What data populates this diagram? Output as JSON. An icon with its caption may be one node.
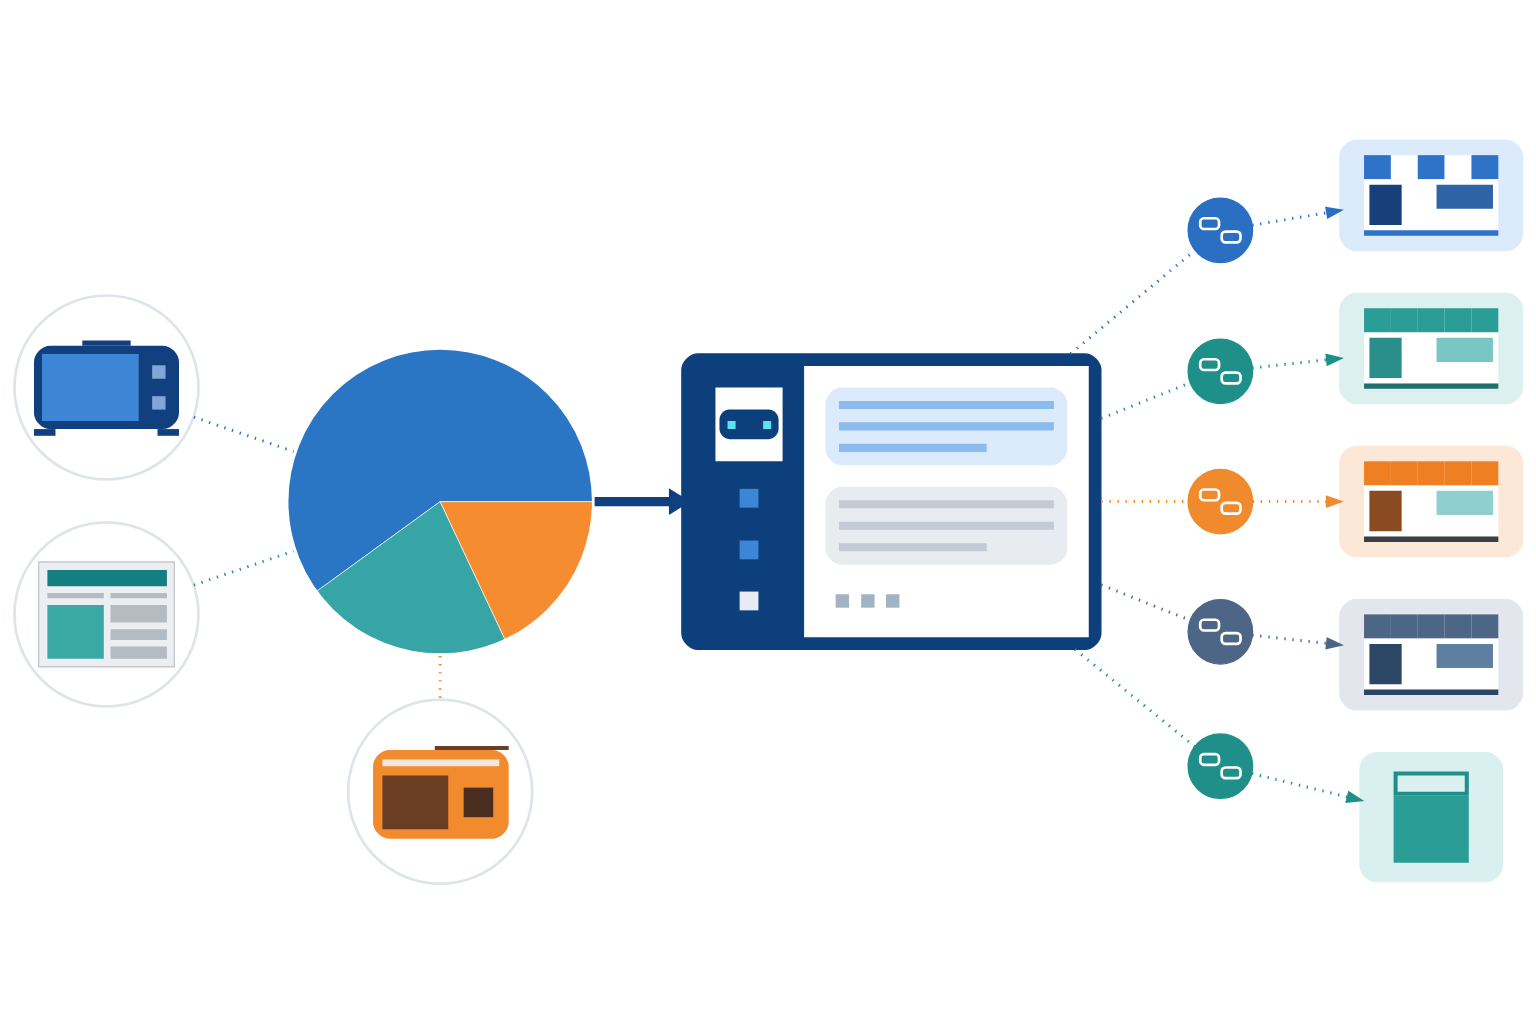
{
  "diagram": {
    "nodes": [
      {
        "text": [],
        "shape": "picture"
      },
      {
        "text": [],
        "shape": "picture"
      },
      {
        "text": [],
        "shape": "picture"
      },
      {
        "text": [],
        "shape": "picture"
      },
      {
        "text": [],
        "shape": "picture"
      },
      {
        "text": [],
        "shape": "circle"
      },
      {
        "text": [],
        "shape": "picture"
      },
      {
        "text": [],
        "shape": "circle"
      },
      {
        "text": [],
        "shape": "picture"
      },
      {
        "text": [],
        "shape": "circle"
      },
      {
        "text": [],
        "shape": "picture"
      },
      {
        "text": [],
        "shape": "circle"
      },
      {
        "text": [],
        "shape": "picture"
      },
      {
        "text": [],
        "shape": "circle"
      },
      {
        "text": [],
        "shape": "picture"
      }
    ],
    "edges": [
      {
        "from": 0,
        "to": 1,
        "arrow": "none",
        "style": "dashed",
        "color": "#2a6fc2"
      },
      {
        "from": 2,
        "to": 1,
        "arrow": "none",
        "style": "dashed",
        "color": "#1f8f8a"
      },
      {
        "from": 1,
        "to": 3,
        "arrow": "none",
        "style": "dashed",
        "color": "#f08a2c"
      },
      {
        "from": 1,
        "to": 4,
        "arrow": "to",
        "style": "thick",
        "color": "#12407e"
      },
      {
        "from": 4,
        "to": 5,
        "arrow": "none",
        "style": "dashed",
        "color": "#2a6fc2"
      },
      {
        "from": 5,
        "to": 6,
        "arrow": "to",
        "style": "dashed",
        "color": "#2a6fc2"
      },
      {
        "from": 4,
        "to": 7,
        "arrow": "none",
        "style": "dashed",
        "color": "#1f8f8a"
      },
      {
        "from": 7,
        "to": 8,
        "arrow": "to",
        "style": "dashed",
        "color": "#1f8f8a"
      },
      {
        "from": 4,
        "to": 9,
        "arrow": "none",
        "style": "dashed",
        "color": "#f08a2c"
      },
      {
        "from": 9,
        "to": 10,
        "arrow": "to",
        "style": "dashed",
        "color": "#f08a2c"
      },
      {
        "from": 4,
        "to": 11,
        "arrow": "none",
        "style": "dashed",
        "color": "#4d6685"
      },
      {
        "from": 11,
        "to": 12,
        "arrow": "to",
        "style": "dashed",
        "color": "#4d6685"
      },
      {
        "from": 4,
        "to": 13,
        "arrow": "none",
        "style": "dashed",
        "color": "#1f8f8a"
      },
      {
        "from": 13,
        "to": 14,
        "arrow": "to",
        "style": "dashed",
        "color": "#1f8f8a"
      }
    ]
  }
}
